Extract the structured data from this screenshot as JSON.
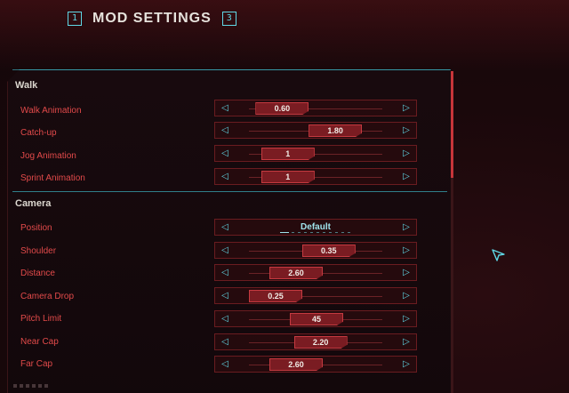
{
  "header": {
    "left_key": "1",
    "title": "MOD SETTINGS",
    "right_key": "3"
  },
  "sections": {
    "walk": {
      "title": "Walk",
      "rows": [
        {
          "label": "Walk Animation",
          "value": "0.60",
          "fraction": 0.08
        },
        {
          "label": "Catch-up",
          "value": "1.80",
          "fraction": 0.73
        },
        {
          "label": "Jog Animation",
          "value": "1",
          "fraction": 0.15
        },
        {
          "label": "Sprint Animation",
          "value": "1",
          "fraction": 0.15
        }
      ]
    },
    "camera": {
      "title": "Camera",
      "position": {
        "label": "Position",
        "value": "Default"
      },
      "rows": [
        {
          "label": "Shoulder",
          "value": "0.35",
          "fraction": 0.65
        },
        {
          "label": "Distance",
          "value": "2.60",
          "fraction": 0.25
        },
        {
          "label": "Camera Drop",
          "value": "0.25",
          "fraction": 0.0
        },
        {
          "label": "Pitch Limit",
          "value": "45",
          "fraction": 0.5
        },
        {
          "label": "Near Cap",
          "value": "2.20",
          "fraction": 0.55
        },
        {
          "label": "Far Cap",
          "value": "2.60",
          "fraction": 0.25
        }
      ]
    }
  },
  "colors": {
    "accent_cyan": "#5fd8e6",
    "label_red": "#e24a4a",
    "knob_fill": "#7a1c22"
  },
  "icons": {
    "left": "arrow-left-icon",
    "right": "arrow-right-icon",
    "cursor": "cursor-icon"
  }
}
